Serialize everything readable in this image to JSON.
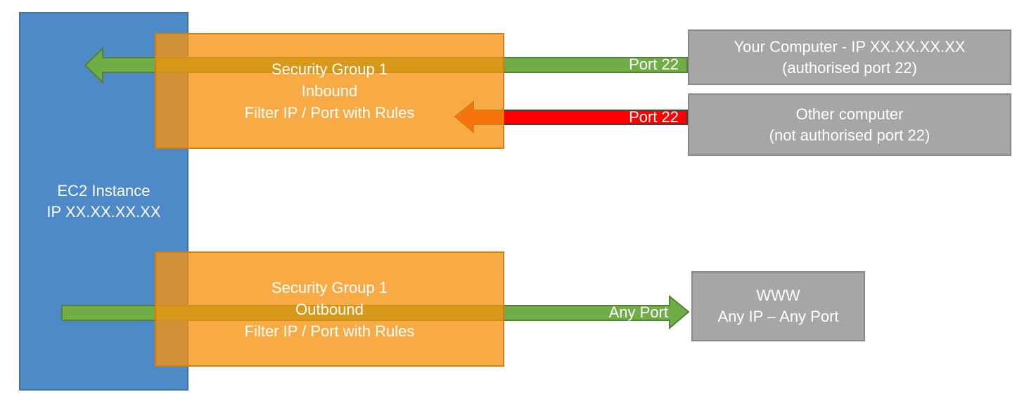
{
  "colors": {
    "blue_fill": "#4E89C8",
    "blue_border": "#41719C",
    "orange_fill": "rgba(246,148,16,0.78)",
    "orange_border": "rgba(209,123,10,0.9)",
    "green_fill": "#70AD47",
    "green_border": "#538135",
    "red_fill": "#FF0000",
    "red_border": "#404040",
    "gray_fill": "#A6A6A6",
    "gray_border": "#898989",
    "text": "#FFFFFF"
  },
  "ec2": {
    "line1": "EC2 Instance",
    "line2": "IP XX.XX.XX.XX"
  },
  "sg_inbound": {
    "line1": "Security Group 1",
    "line2": "Inbound",
    "line3": "Filter IP / Port with Rules"
  },
  "sg_outbound": {
    "line1": "Security Group 1",
    "line2": "Outbound",
    "line3": "Filter IP / Port with Rules"
  },
  "your_computer": {
    "line1": "Your Computer - IP XX.XX.XX.XX",
    "line2": "(authorised port 22)"
  },
  "other_computer": {
    "line1": "Other computer",
    "line2": "(not authorised port 22)"
  },
  "www": {
    "line1": "WWW",
    "line2": "Any IP – Any Port"
  },
  "arrows": {
    "inbound_allowed_label": "Port 22",
    "inbound_blocked_label": "Port 22",
    "outbound_label": "Any Port"
  }
}
